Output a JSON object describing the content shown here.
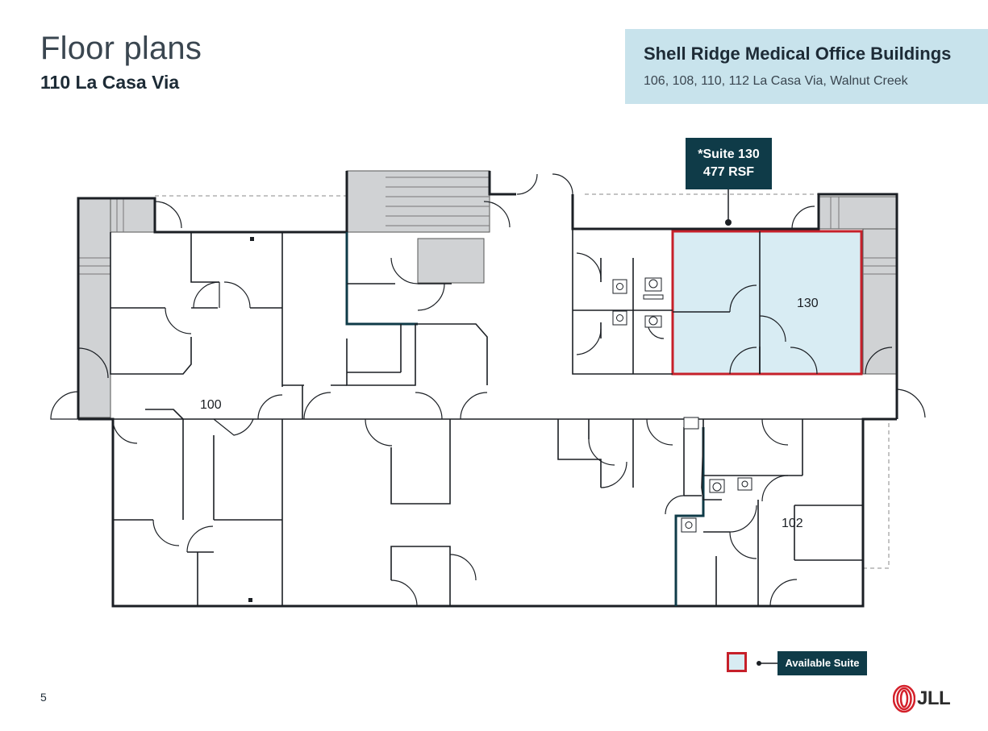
{
  "header": {
    "title": "Floor plans",
    "subtitle": "110 La Casa Via"
  },
  "banner": {
    "title": "Shell Ridge Medical Office Buildings",
    "address": "106, 108, 110, 112 La Casa Via, Walnut Creek"
  },
  "callout": {
    "suite": "*Suite 130",
    "area": "477 RSF"
  },
  "rooms": {
    "r100": "100",
    "r130": "130",
    "r102": "102"
  },
  "legend": {
    "label": "Available Suite"
  },
  "footer": {
    "page_number": "5",
    "logo_text": "JLL"
  },
  "colors": {
    "highlight_border": "#c6202a",
    "highlight_fill": "#d8ecf3",
    "banner_bg": "#c8e3ec",
    "dark_teal": "#0f3b48",
    "wall": "#1b1f24",
    "stair_gray": "#d0d2d4"
  }
}
